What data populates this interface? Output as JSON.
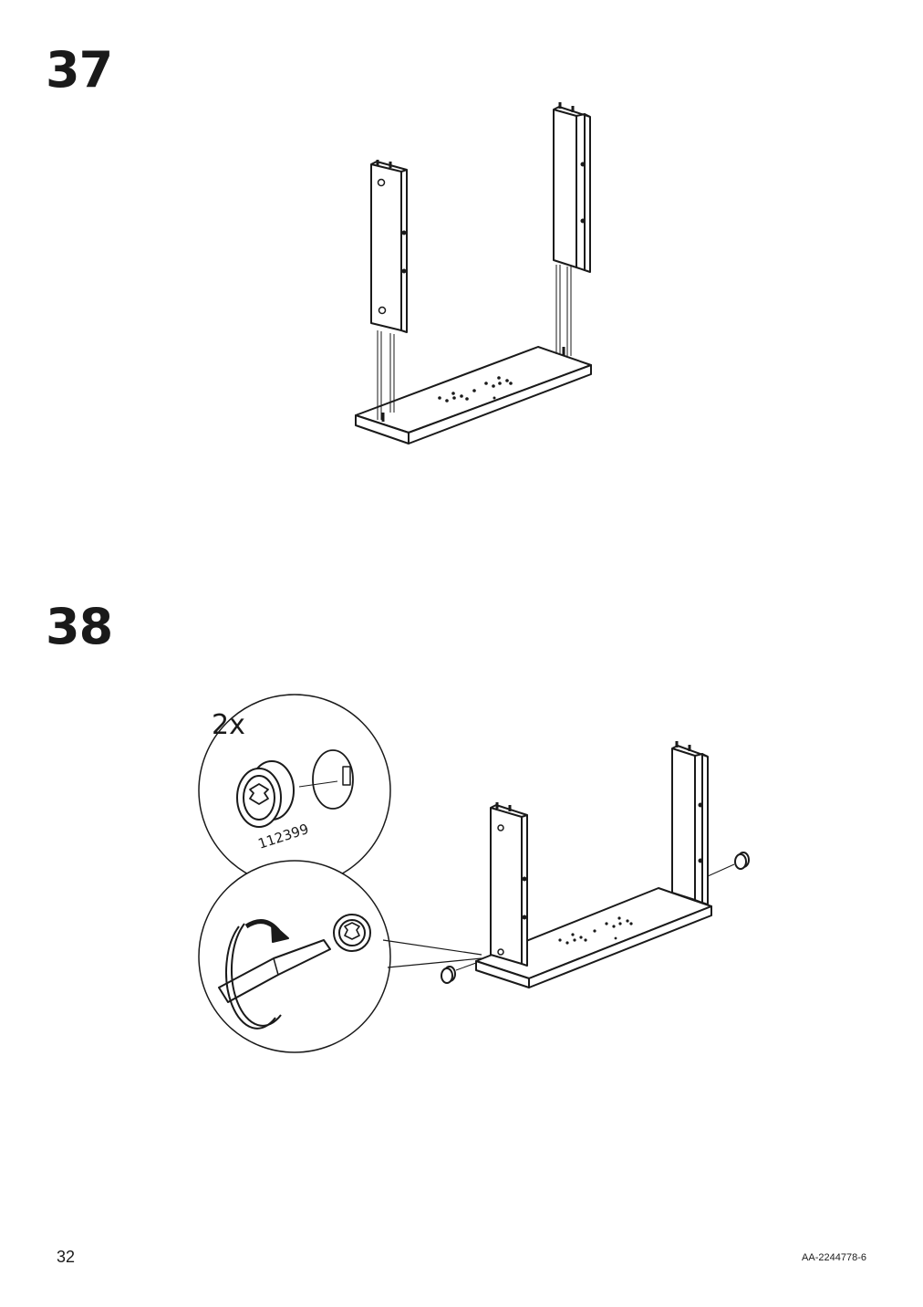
{
  "steps": [
    {
      "number": "37"
    },
    {
      "number": "38",
      "quantity": "2x",
      "part_number": "112399"
    }
  ],
  "footer": {
    "page_number": "32",
    "document_code": "AA-2244778-6"
  }
}
